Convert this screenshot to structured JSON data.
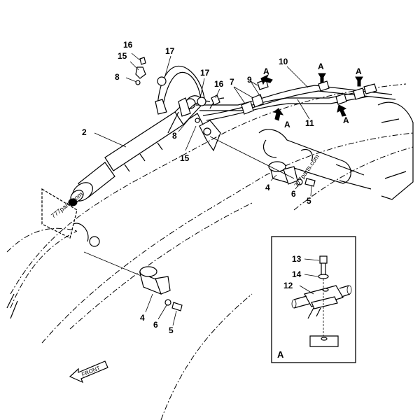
{
  "callouts": {
    "c2": "2",
    "c4a": "4",
    "c4b": "4",
    "c5a": "5",
    "c5b": "5",
    "c6a": "6",
    "c6b": "6",
    "c7": "7",
    "c8a": "8",
    "c8b": "8",
    "c9": "9",
    "c10": "10",
    "c11": "11",
    "c12": "12",
    "c13": "13",
    "c14": "14",
    "c15a": "15",
    "c15b": "15",
    "c16a": "16",
    "c16b": "16",
    "c17a": "17",
    "c17b": "17"
  },
  "view_marker": "A",
  "detail_label": "A",
  "front_label": "FRONT",
  "watermark": "777parts.com"
}
